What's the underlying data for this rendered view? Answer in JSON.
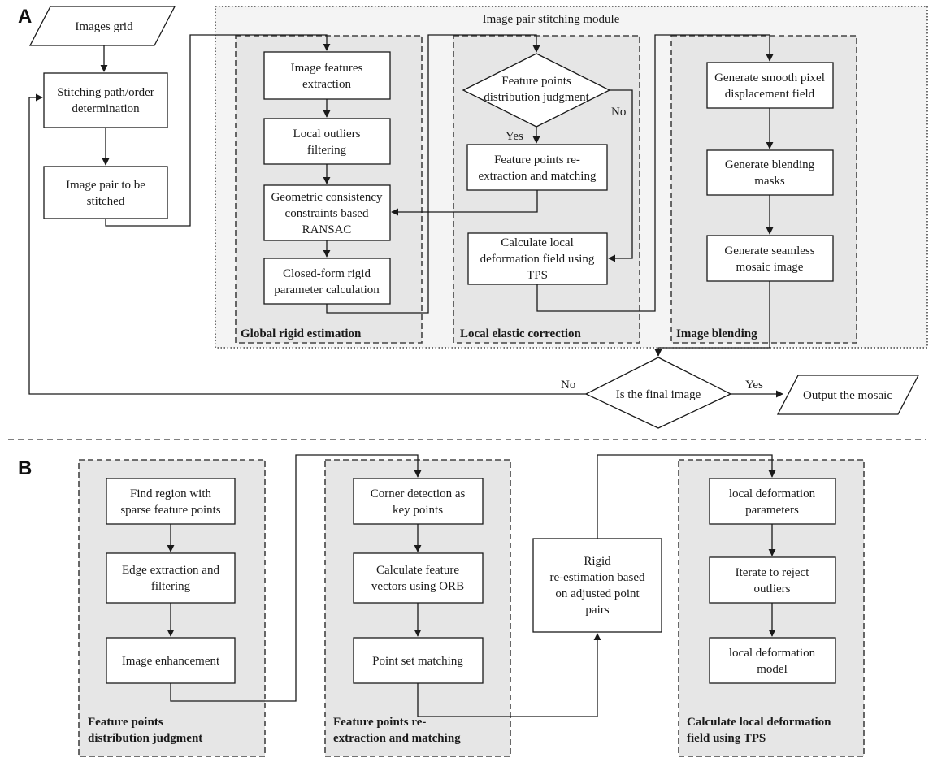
{
  "diagram": {
    "section_a": {
      "letter": "A",
      "module_title": "Image pair stitching module",
      "nodes": {
        "images_grid": [
          "Images grid"
        ],
        "stitching_path": [
          "Stitching path/order",
          "determination"
        ],
        "image_pair": [
          "Image pair to be",
          "stitched"
        ],
        "features_extraction": [
          "Image features",
          "extraction"
        ],
        "local_outliers": [
          "Local outliers",
          "filtering"
        ],
        "geometric": [
          "Geometric consistency",
          "constraints based",
          "RANSAC"
        ],
        "closed_form": [
          "Closed-form rigid",
          "parameter calculation"
        ],
        "fp_judgment": [
          "Feature points",
          "distribution judgment"
        ],
        "fp_reextraction": [
          "Feature points re-",
          "extraction and  matching"
        ],
        "calc_local": [
          "Calculate local",
          "deformation field using",
          "TPS"
        ],
        "smooth_pixel": [
          "Generate smooth pixel",
          "displacement field"
        ],
        "blending_masks": [
          "Generate blending",
          "masks"
        ],
        "seamless": [
          "Generate seamless",
          "mosaic image"
        ],
        "is_final": [
          "Is the final image"
        ],
        "output": [
          "Output the mosaic"
        ]
      },
      "groups": {
        "global_rigid": "Global rigid estimation",
        "local_elastic": "Local elastic correction",
        "image_blending": "Image blending"
      },
      "edge_labels": {
        "judgment_yes": "Yes",
        "judgment_no": "No",
        "final_no": "No",
        "final_yes": "Yes"
      }
    },
    "section_b": {
      "letter": "B",
      "nodes": {
        "find_region": [
          "Find region with",
          "sparse feature points"
        ],
        "edge_extraction": [
          "Edge extraction and",
          "filtering"
        ],
        "enhancement": [
          "Image enhancement"
        ],
        "corner_detection": [
          "Corner detection as",
          "key points"
        ],
        "feature_vectors": [
          "Calculate feature",
          "vectors using ORB"
        ],
        "point_set": [
          "Point set matching"
        ],
        "rigid_reestimation": [
          "Rigid",
          "re-estimation based",
          "on adjusted point",
          "pairs"
        ],
        "local_params": [
          "local deformation",
          "parameters"
        ],
        "iterate": [
          "Iterate to reject",
          "outliers"
        ],
        "local_model": [
          "local deformation",
          "model"
        ]
      },
      "groups": {
        "fp_distribution": [
          "Feature points",
          "distribution judgment"
        ],
        "fp_reextraction": [
          "Feature points re-",
          "extraction and  matching"
        ],
        "calc_tps": [
          "Calculate local deformation",
          "field using TPS"
        ]
      }
    }
  }
}
